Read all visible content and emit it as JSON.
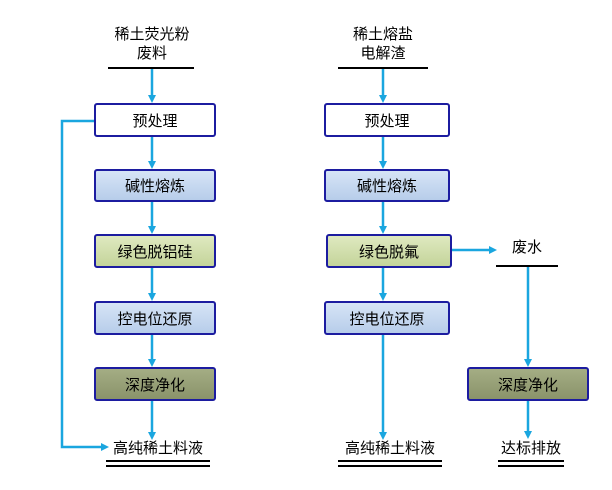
{
  "left": {
    "source_line1": "稀土荧光粉",
    "source_line2": "废料",
    "steps": [
      "预处理",
      "碱性熔炼",
      "绿色脱铝硅",
      "控电位还原",
      "深度净化"
    ],
    "product": "高纯稀土料液"
  },
  "middle": {
    "source_line1": "稀土熔盐",
    "source_line2": "电解渣",
    "steps": [
      "预处理",
      "碱性熔炼",
      "绿色脱氟",
      "控电位还原"
    ],
    "product": "高纯稀土料液"
  },
  "right": {
    "waste": "废水",
    "step": "深度净化",
    "result": "达标排放"
  },
  "colors": {
    "arrow": "#1aa6df",
    "box_border": "#1c1ca0",
    "white_fill": "#ffffff",
    "blue_fill": "#c5d8ef",
    "green_fill": "#cfdca8",
    "olive_fill": "#969e75"
  }
}
